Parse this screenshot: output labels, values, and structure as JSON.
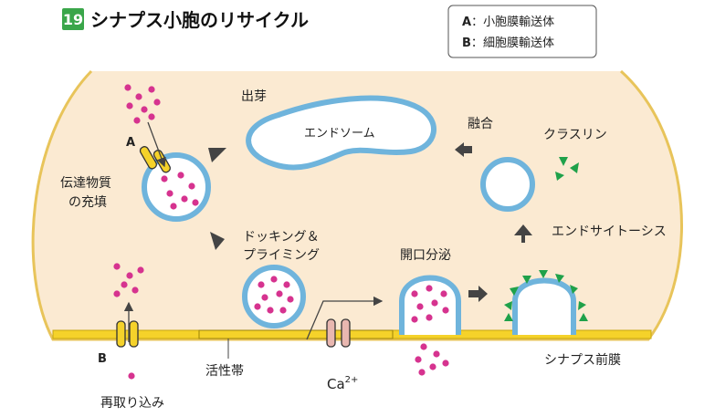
{
  "title": {
    "number": "19",
    "text": "シナプス小胞のリサイクル"
  },
  "legend": [
    {
      "key": "A",
      "sep": "：",
      "text": "小胞膜輸送体"
    },
    {
      "key": "B",
      "sep": "：",
      "text": "細胞膜輸送体"
    }
  ],
  "labels": {
    "bud": "出芽",
    "endosome": "エンドソーム",
    "fusion": "融合",
    "clathrin": "クラスリン",
    "transmitter_fill_1": "伝達物質",
    "transmitter_fill_2": "の充填",
    "marker_a": "A",
    "marker_b": "B",
    "docking_1": "ドッキング＆",
    "docking_2": "プライミング",
    "exocytosis": "開口分泌",
    "endocytosis": "エンドサイトーシス",
    "active_zone": "活性帯",
    "calcium": "Ca",
    "calcium_sup": "2+",
    "presynaptic_membrane": "シナプス前膜",
    "reuptake": "再取り込み"
  },
  "colors": {
    "cytoplasm": "#fbead2",
    "membrane": "#6fb4dc",
    "active_zone": "#f5d22a",
    "neurotransmitter": "#d6338f",
    "clathrin": "#1fa14a",
    "arrow": "#444444",
    "title_badge": "#3aa64a",
    "channel": "#e9b7b0"
  }
}
